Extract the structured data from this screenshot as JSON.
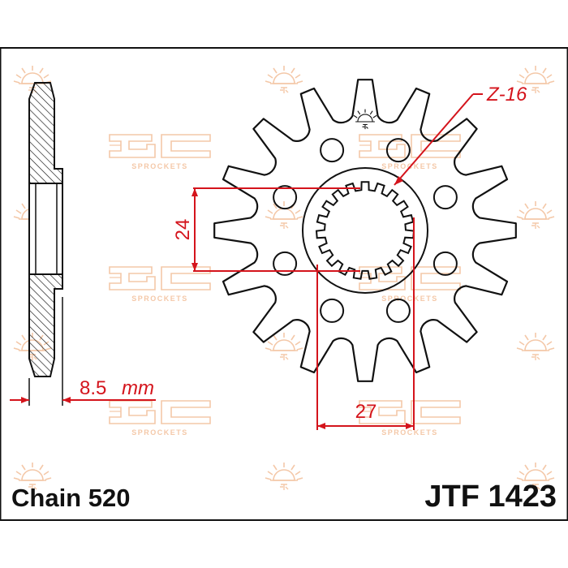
{
  "colors": {
    "outline": "#111111",
    "dimension": "#d4141c",
    "watermark": "#f4c8a8",
    "background": "#ffffff"
  },
  "watermark": {
    "brand_text": "SPROCKETS",
    "icon_name": "jt-sun-logo"
  },
  "sprocket": {
    "teeth_label": "Z-16",
    "teeth_count": 16,
    "bolt_holes": 8,
    "spline_teeth": 19
  },
  "dimensions": {
    "spline_height": "24",
    "offset_width": "27",
    "thickness_value": "8.5",
    "thickness_unit": "mm"
  },
  "footer": {
    "chain_label": "Chain 520",
    "part_number": "JTF 1423"
  }
}
